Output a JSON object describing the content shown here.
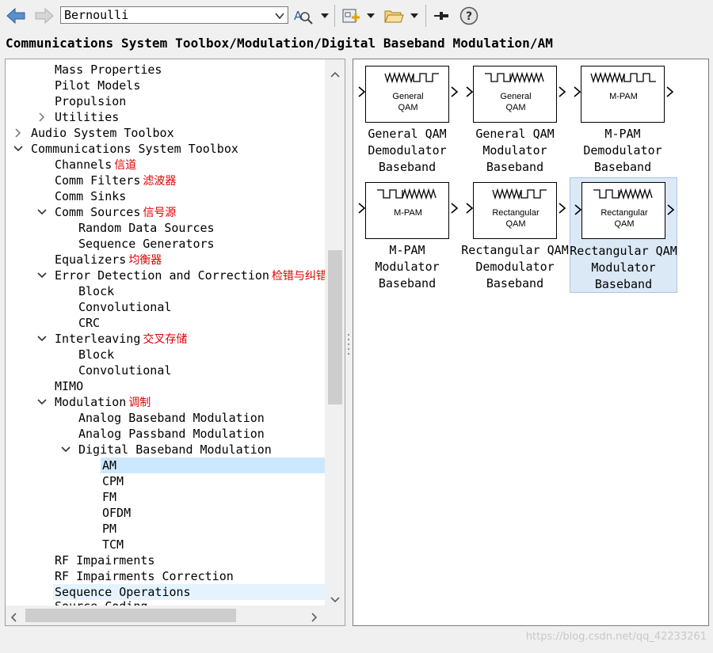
{
  "toolbar": {
    "search_value": "Bernoulli",
    "back_icon": "back-arrow-icon",
    "forward_icon": "forward-arrow-icon",
    "find_icon": "find-block-icon",
    "new_model_icon": "new-model-icon",
    "open_icon": "open-folder-icon",
    "pin_icon": "pin-icon",
    "help_icon": "help-icon"
  },
  "path": "Communications System Toolbox/Modulation/Digital Baseband Modulation/AM",
  "tree": {
    "rows": [
      {
        "label": "Mass Properties",
        "note": ""
      },
      {
        "label": "Pilot Models",
        "note": ""
      },
      {
        "label": "Propulsion",
        "note": ""
      },
      {
        "label": "Utilities",
        "note": ""
      },
      {
        "label": "Audio System Toolbox",
        "note": ""
      },
      {
        "label": "Communications System Toolbox",
        "note": ""
      },
      {
        "label": "Channels",
        "note": "信道"
      },
      {
        "label": "Comm Filters",
        "note": "滤波器"
      },
      {
        "label": "Comm Sinks",
        "note": ""
      },
      {
        "label": "Comm Sources",
        "note": "信号源"
      },
      {
        "label": "Random Data Sources",
        "note": ""
      },
      {
        "label": "Sequence Generators",
        "note": ""
      },
      {
        "label": "Equalizers",
        "note": "均衡器"
      },
      {
        "label": "Error Detection and Correction",
        "note": "检错与纠错"
      },
      {
        "label": "Block",
        "note": ""
      },
      {
        "label": "Convolutional",
        "note": ""
      },
      {
        "label": "CRC",
        "note": ""
      },
      {
        "label": "Interleaving",
        "note": "交叉存储"
      },
      {
        "label": "Block",
        "note": ""
      },
      {
        "label": "Convolutional",
        "note": ""
      },
      {
        "label": "MIMO",
        "note": ""
      },
      {
        "label": "Modulation",
        "note": "调制"
      },
      {
        "label": "Analog Baseband Modulation",
        "note": ""
      },
      {
        "label": "Analog Passband Modulation",
        "note": ""
      },
      {
        "label": "Digital Baseband Modulation",
        "note": ""
      },
      {
        "label": "AM",
        "note": ""
      },
      {
        "label": "CPM",
        "note": ""
      },
      {
        "label": "FM",
        "note": ""
      },
      {
        "label": "OFDM",
        "note": ""
      },
      {
        "label": "PM",
        "note": ""
      },
      {
        "label": "TCM",
        "note": ""
      },
      {
        "label": "RF Impairments",
        "note": ""
      },
      {
        "label": "RF Impairments Correction",
        "note": ""
      },
      {
        "label": "Sequence Operations",
        "note": ""
      },
      {
        "label": "Source Coding",
        "note": ""
      }
    ]
  },
  "blocks": [
    {
      "icon_lines": [
        "General",
        "QAM"
      ],
      "caption": [
        "General QAM",
        "Demodulator",
        "Baseband"
      ]
    },
    {
      "icon_lines": [
        "General",
        "QAM"
      ],
      "caption": [
        "General QAM",
        "Modulator",
        "Baseband"
      ]
    },
    {
      "icon_lines": [
        "M-PAM",
        ""
      ],
      "caption": [
        "M-PAM",
        "Demodulator",
        "Baseband"
      ]
    },
    {
      "icon_lines": [
        "M-PAM",
        ""
      ],
      "caption": [
        "M-PAM",
        "Modulator",
        "Baseband"
      ]
    },
    {
      "icon_lines": [
        "Rectangular",
        "QAM"
      ],
      "caption": [
        "Rectangular QAM",
        "Demodulator",
        "Baseband"
      ]
    },
    {
      "icon_lines": [
        "Rectangular",
        "QAM"
      ],
      "caption": [
        "Rectangular QAM",
        "Modulator",
        "Baseband"
      ]
    }
  ],
  "watermark": "https://blog.csdn.net/qq_42233261",
  "colors": {
    "selection": "#cce8ff",
    "hover": "#e5f3ff",
    "annotation": "#e00000",
    "block_selected": "#dbe8f6"
  }
}
